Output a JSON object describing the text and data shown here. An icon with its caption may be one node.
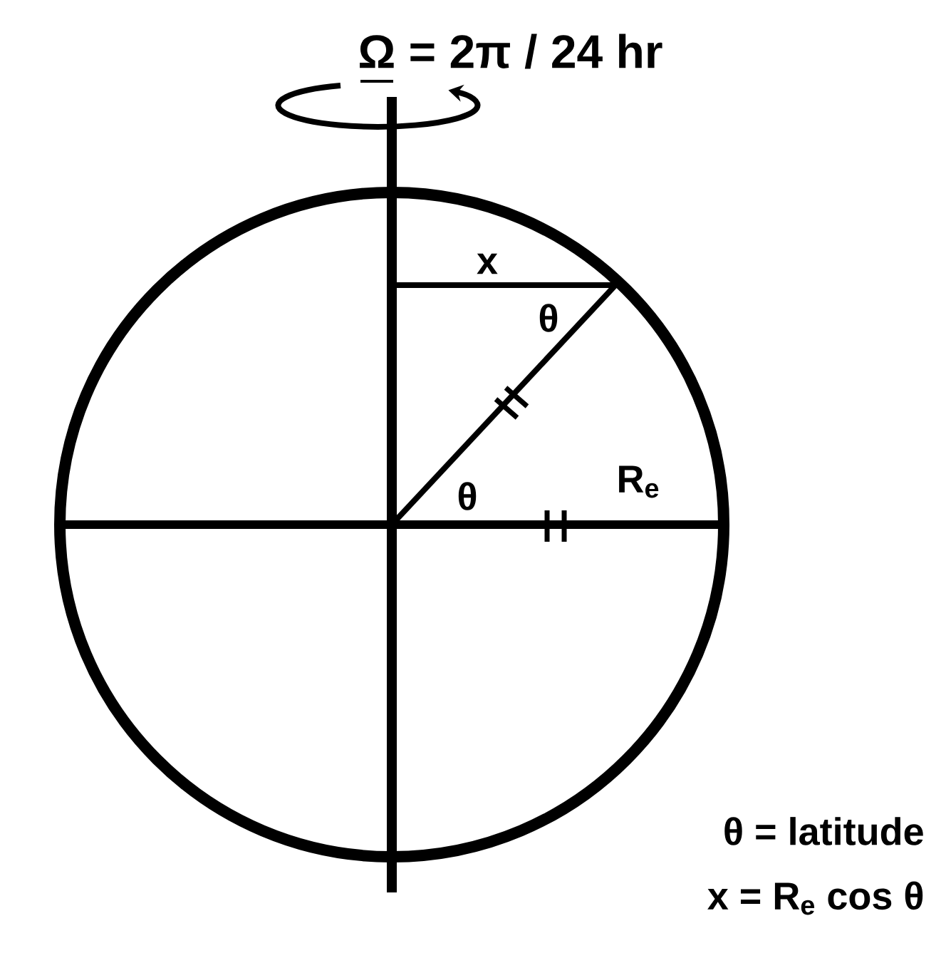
{
  "diagram": {
    "labels": [
      "Ω = 2π / 24 hr",
      "x",
      "θ",
      "θ",
      "R$_{e}$",
      "θ = latitude",
      "x = R$_{e}$ cos θ"
    ]
  }
}
